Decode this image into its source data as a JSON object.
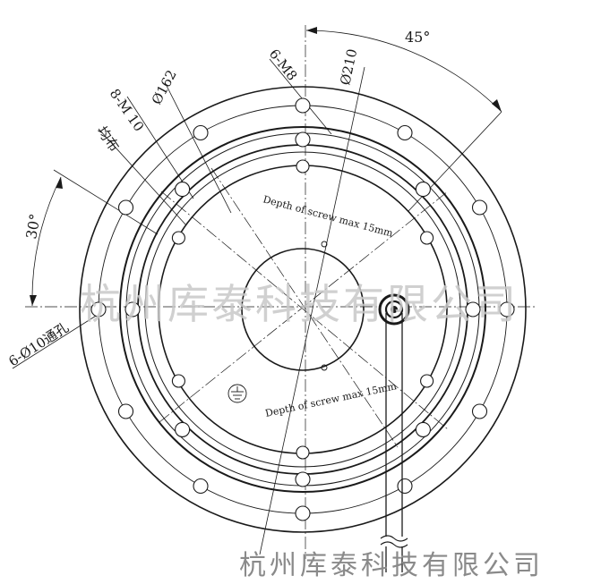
{
  "labels": {
    "angle_top": "45°",
    "angle_left": "30°",
    "six_m8": "6-M8",
    "dia_210": "Ø210",
    "dia_162": "Ø162",
    "eight_m10": "8-M 10",
    "even_spread": "均布",
    "six_d10": "6-Ø10通孔",
    "depth_top": "Depth of screw max 15mm",
    "depth_bottom": "Depth of screw max 15mm"
  },
  "watermarks": {
    "center": "杭州库泰科技有限公司",
    "bottom": "杭州库泰科技有限公司"
  },
  "colors": {
    "line": "#1a1a1a",
    "watermark": "#c8c8c8"
  }
}
